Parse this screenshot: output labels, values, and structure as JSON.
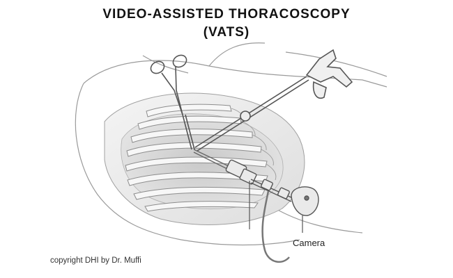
{
  "title": {
    "line1": "VIDEO-ASSISTED THORACOSCOPY",
    "line2": "(VATS)"
  },
  "labels": {
    "camera": "Camera"
  },
  "copyright": "copyright DHI by Dr. Muffi",
  "colors": {
    "sketch_line": "#8a8a8a",
    "shade": "#d6d6d6",
    "instrument": "#555555"
  }
}
